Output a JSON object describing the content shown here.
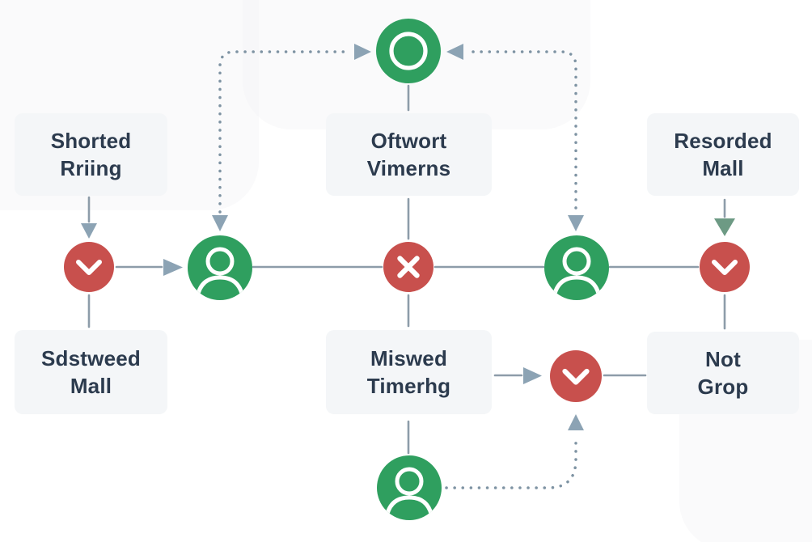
{
  "diagram": {
    "boxes": {
      "top_left": {
        "lines": [
          "Shorted",
          "Rriing"
        ]
      },
      "top_center": {
        "lines": [
          "Oftwort",
          "Vimerns"
        ]
      },
      "top_right": {
        "lines": [
          "Resorded",
          "Mall"
        ]
      },
      "bottom_left": {
        "lines": [
          "Sdstweed",
          "Mall"
        ]
      },
      "bottom_center": {
        "lines": [
          "Miswed",
          "Timerhg"
        ]
      },
      "bottom_right": {
        "lines": [
          "Not",
          "Grop"
        ]
      }
    },
    "icons": {
      "ring": "circle-outline",
      "user": "person-silhouette",
      "error": "x-mark",
      "approve": "chevron-down"
    },
    "colors": {
      "green": "#2f9f5f",
      "red": "#c8504d",
      "line_gray": "#8d9ca9",
      "arrow_blue_gray": "#8ca3b4",
      "arrow_teal": "#6d9a84",
      "dotted_line": "#7e93a3",
      "box_bg": "#f4f6f8",
      "box_text": "#2c3b4e",
      "background": "#ffffff"
    }
  }
}
